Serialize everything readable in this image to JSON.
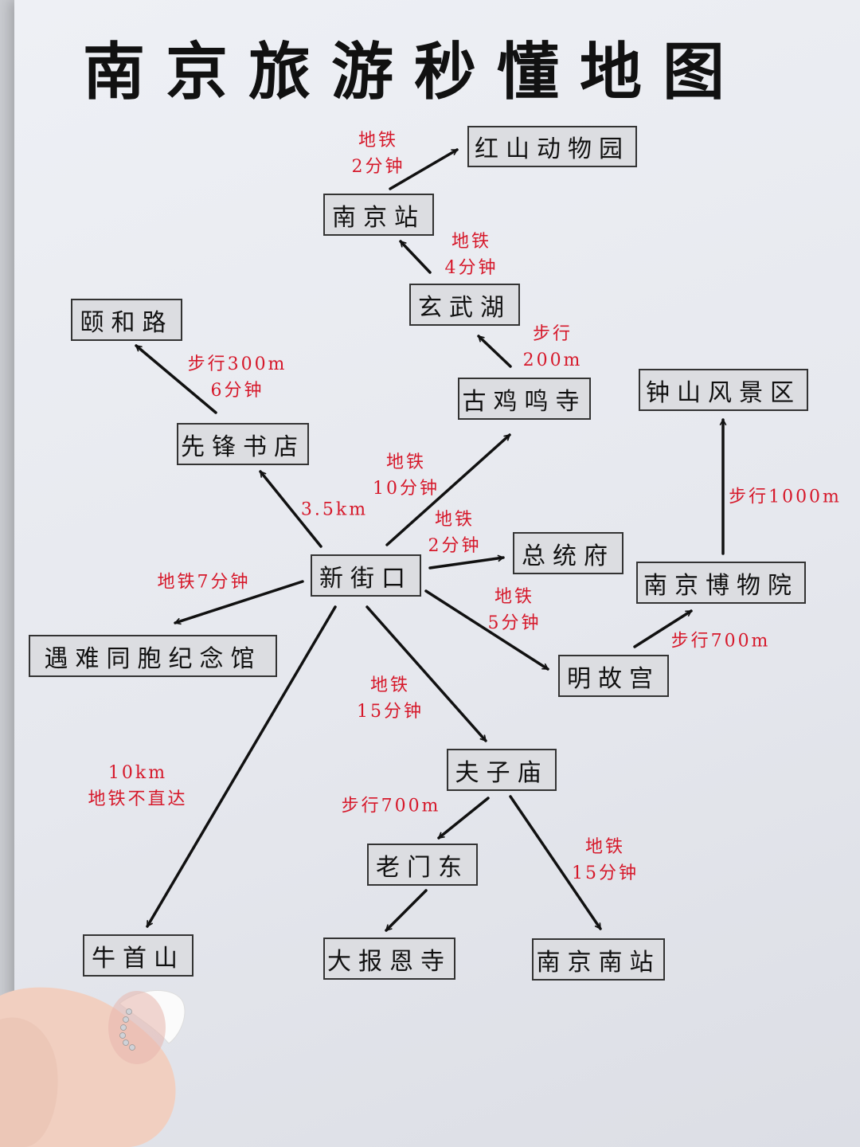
{
  "title": "南京旅游秒懂地图",
  "nodes": {
    "hongshan": "红山动物园",
    "nanjing_station": "南京站",
    "xuanwu_lake": "玄武湖",
    "yihe_road": "颐和路",
    "jiming_temple": "古鸡鸣寺",
    "zhongshan": "钟山风景区",
    "xianfeng_bookstore": "先锋书店",
    "presidential_palace": "总统府",
    "xinjiekou": "新街口",
    "nanjing_museum": "南京博物院",
    "memorial_hall": "遇难同胞纪念馆",
    "ming_palace": "明故宫",
    "fuzimiao": "夫子庙",
    "laomendong": "老门东",
    "niushou_mountain": "牛首山",
    "dabaoen_temple": "大报恩寺",
    "nanjing_south": "南京南站"
  },
  "routes": {
    "station_hongshan": [
      "地铁",
      "2分钟"
    ],
    "xuanwu_station": [
      "地铁",
      "4分钟"
    ],
    "jiming_xuanwu": [
      "步行",
      "200m"
    ],
    "xianfeng_yihe": [
      "步行300m",
      "6分钟"
    ],
    "xinjiekou_jiming": [
      "地铁",
      "10分钟"
    ],
    "xinjiekou_xianfeng": [
      "3.5km"
    ],
    "xinjiekou_president": [
      "地铁",
      "2分钟"
    ],
    "museum_zhongshan": [
      "步行1000m"
    ],
    "xinjiekou_memorial": [
      "地铁7分钟"
    ],
    "xinjiekou_ming": [
      "地铁",
      "5分钟"
    ],
    "ming_museum": [
      "步行700m"
    ],
    "xinjiekou_fuzimiao": [
      "地铁",
      "15分钟"
    ],
    "xinjiekou_niushou": [
      "10km",
      "地铁不直达"
    ],
    "fuzimiao_laomendong": [
      "步行700m"
    ],
    "fuzimiao_south": [
      "地铁",
      "15分钟"
    ]
  },
  "colors": {
    "label": "#d6182a",
    "arrow": "#111111",
    "box_fill": "#dcdde1",
    "box_border": "#333333"
  }
}
